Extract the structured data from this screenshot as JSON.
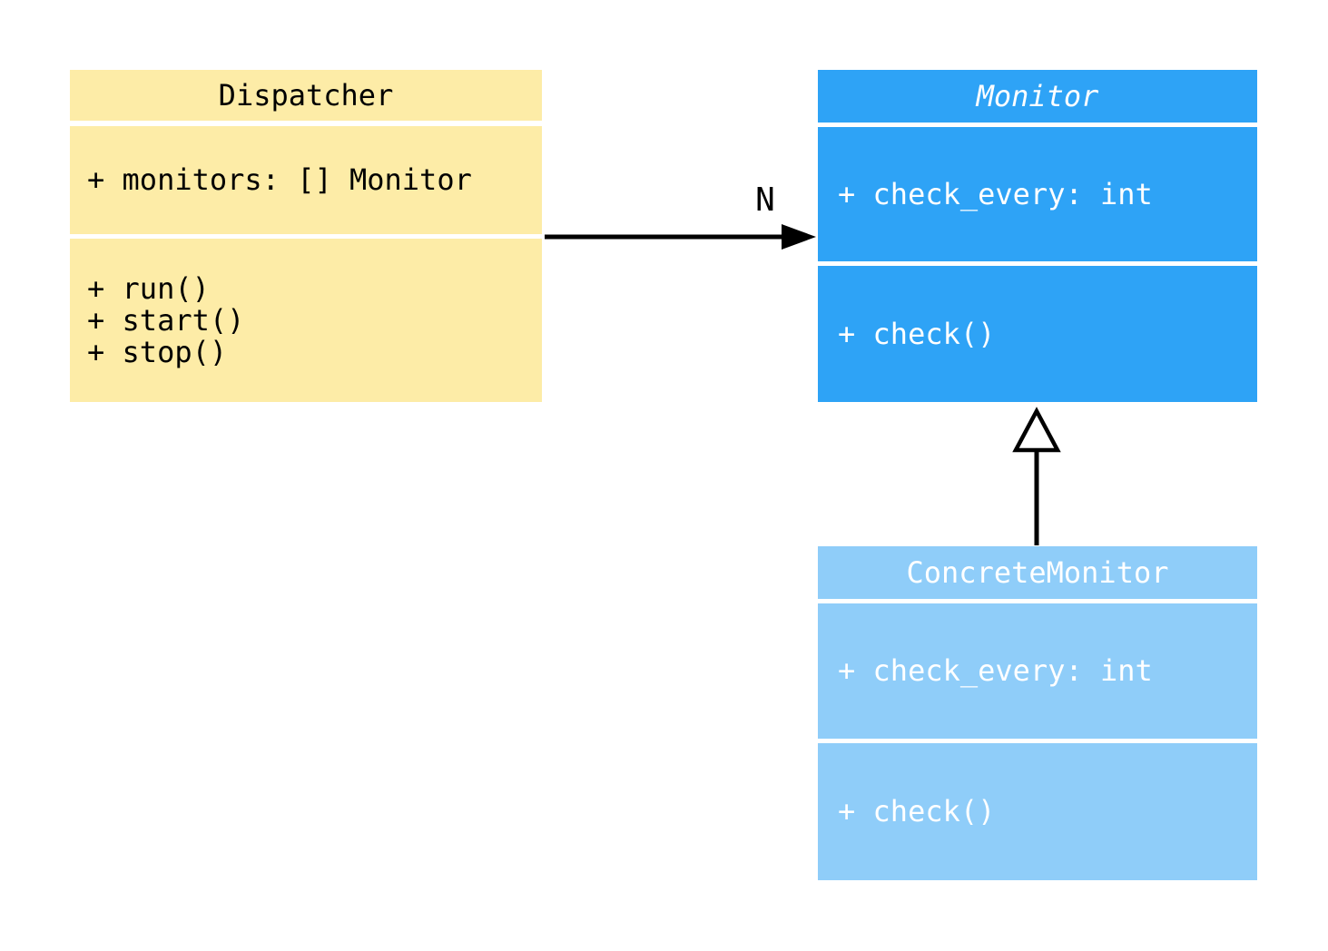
{
  "colors": {
    "canvas_bg": "#FFFFFF",
    "dispatcher_fill": "#FDECA7",
    "monitor_fill": "#2EA3F6",
    "concrete_monitor_fill": "#8FCDF9",
    "text_on_yellow": "#000000",
    "text_on_blue": "#FFFFFF",
    "connector": "#000000"
  },
  "classes": {
    "dispatcher": {
      "title": "Dispatcher",
      "attributes": [
        "+ monitors: [] Monitor"
      ],
      "methods": [
        "+ run()",
        "+ start()",
        "+ stop()"
      ]
    },
    "monitor": {
      "title": "Monitor",
      "attributes": [
        "+ check_every: int"
      ],
      "methods": [
        "+ check()"
      ]
    },
    "concrete_monitor": {
      "title": "ConcreteMonitor",
      "attributes": [
        "+ check_every: int"
      ],
      "methods": [
        "+ check()"
      ]
    }
  },
  "relationships": {
    "association": {
      "from": "Dispatcher",
      "to": "Monitor",
      "label": "N"
    },
    "generalization": {
      "from": "ConcreteMonitor",
      "to": "Monitor"
    }
  }
}
